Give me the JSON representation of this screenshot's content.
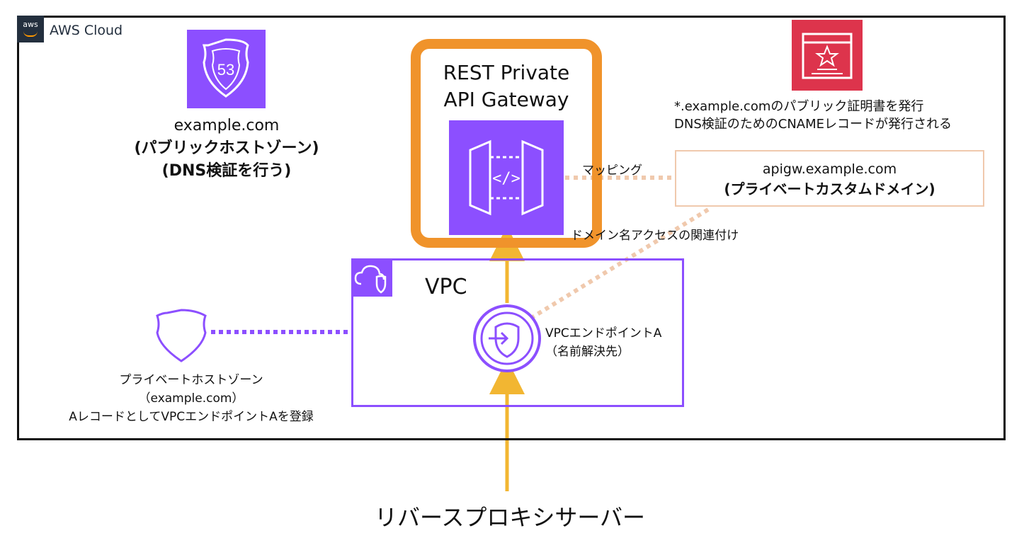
{
  "cloud": {
    "label": "AWS Cloud",
    "logo_text": "aws"
  },
  "route53": {
    "icon": "route53-shield-icon",
    "badge_text": "53",
    "domain": "example.com",
    "zone_type": "(パブリックホストゾーン)",
    "purpose": "(DNS検証を行う)"
  },
  "gateway": {
    "title_line1": "REST Private",
    "title_line2": "API Gateway",
    "icon": "api-gateway-icon"
  },
  "acm": {
    "icon": "certificate-icon",
    "line1": "*.example.comのパブリック証明書を発行",
    "line2": "DNS検証のためのCNAMEレコードが発行される"
  },
  "custom_domain": {
    "domain": "apigw.example.com",
    "label": "(プライベートカスタムドメイン)"
  },
  "edges": {
    "mapping": "マッピング",
    "association": "ドメイン名アクセスの関連付け"
  },
  "vpc": {
    "title": "VPC",
    "icon": "vpc-cloud-shield-icon"
  },
  "vpc_endpoint": {
    "icon": "vpc-endpoint-icon",
    "line1": "VPCエンドポイントA",
    "line2": "（名前解決先）"
  },
  "private_zone": {
    "icon": "private-zone-shield-icon",
    "line1": "プライベートホストゾーン",
    "line2": "（example.com）",
    "line3": "AレコードとしてVPCエンドポイントAを登録"
  },
  "proxy": {
    "label": "リバースプロキシサーバー"
  },
  "colors": {
    "purple": "#8c4fff",
    "orange": "#f0932b",
    "red": "#dd344c",
    "yellow": "#f2b632",
    "peach": "#f0c9ad",
    "dark": "#232f3e"
  }
}
